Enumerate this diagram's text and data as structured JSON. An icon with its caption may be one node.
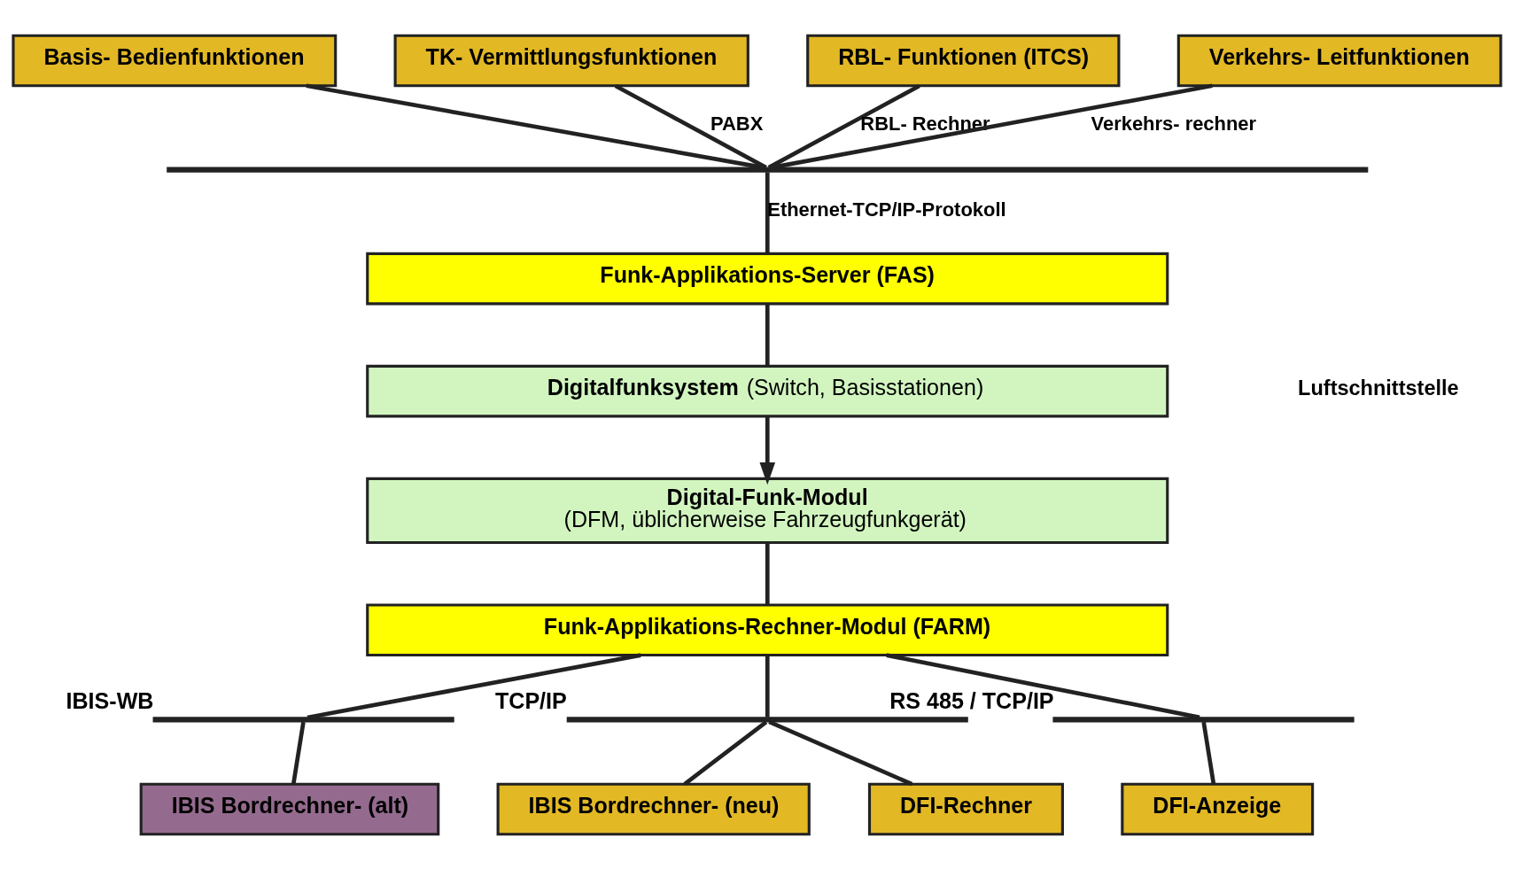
{
  "diagram": {
    "nodes": [
      {
        "text": [
          "Basis- Bedienfunktionen"
        ]
      },
      {
        "text": [
          "TK- Vermittlungsfunktionen"
        ]
      },
      {
        "text": [
          "RBL- Funktionen (ITCS)"
        ]
      },
      {
        "text": [
          "Verkehrs- Leitfunktionen"
        ]
      },
      {
        "text": [],
        "shape": "bar"
      },
      {
        "text": [
          "Funk-Applikations-Server (FAS)"
        ]
      },
      {
        "text": [
          "**Digitalfunksystem** (Switch, Basisstationen)"
        ]
      },
      {
        "text": [
          "Digital-Funk-Modul",
          "(DFM, üblicherweise Fahrzeugfunkgerät)"
        ]
      },
      {
        "text": [
          "Funk-Applikations-Rechner-Modul (FARM)"
        ]
      },
      {
        "text": [],
        "shape": "bar",
        "beside": [
          "IBIS-WB"
        ]
      },
      {
        "text": [],
        "shape": "bar",
        "beside": [
          "TCP/IP"
        ]
      },
      {
        "text": [],
        "shape": "bar",
        "beside": [
          "RS 485 / TCP/IP"
        ]
      },
      {
        "text": [
          "IBIS Bordrechner- (alt)"
        ]
      },
      {
        "text": [
          "IBIS Bordrechner- (neu)"
        ]
      },
      {
        "text": [
          "DFI-Rechner"
        ]
      },
      {
        "text": [
          "DFI-Anzeige"
        ]
      }
    ],
    "edges": [
      {
        "from": 0,
        "to": 4,
        "arrow": "none"
      },
      {
        "from": 1,
        "to": 4,
        "arrow": "none",
        "label": "PABX"
      },
      {
        "from": 2,
        "to": 4,
        "arrow": "none",
        "label": "RBL- Rechner"
      },
      {
        "from": 3,
        "to": 4,
        "arrow": "none",
        "label": "Verkehrs- rechner"
      },
      {
        "from": 4,
        "to": 5,
        "arrow": "none",
        "label": "Ethernet-TCP/IP-Protokoll"
      },
      {
        "from": 5,
        "to": 6,
        "arrow": "none"
      },
      {
        "from": 6,
        "to": 7,
        "arrow": "to"
      },
      {
        "from": 7,
        "to": 8,
        "arrow": "none"
      },
      {
        "from": 8,
        "to": 9,
        "arrow": "none"
      },
      {
        "from": 8,
        "to": 10,
        "arrow": "none"
      },
      {
        "from": 8,
        "to": 11,
        "arrow": "none"
      },
      {
        "from": 9,
        "to": 12,
        "arrow": "none"
      },
      {
        "from": 10,
        "to": 13,
        "arrow": "none"
      },
      {
        "from": 10,
        "to": 14,
        "arrow": "none"
      },
      {
        "from": 11,
        "to": 15,
        "arrow": "none"
      }
    ],
    "labels": [
      "Luftschnittstelle"
    ]
  }
}
